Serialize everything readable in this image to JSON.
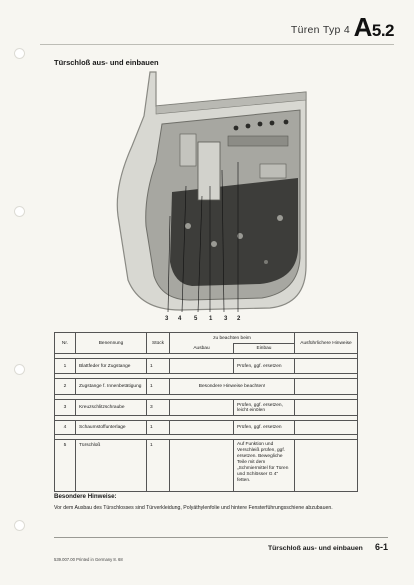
{
  "header": {
    "title": "Türen Typ 4",
    "code_main": "A",
    "code_sub": "5.2"
  },
  "section_title": "Türschloß aus- und einbauen",
  "callouts": [
    "3",
    "4",
    "5",
    "1",
    "3",
    "2"
  ],
  "table": {
    "headers": {
      "nr": "Nr.",
      "benennung": "Benennung",
      "stueck": "Stück",
      "zu_beachten": "zu beachten beim",
      "ausbau": "Ausbau",
      "einbau": "Einbau",
      "hinweise": "Ausführlichere Hinweise"
    },
    "rows": [
      {
        "nr": "1",
        "name": "Blattfeder für Zugstange",
        "qty": "1",
        "ausbau": "",
        "einbau": "Prüfen, ggf. ersetzen",
        "notes": ""
      },
      {
        "nr": "2",
        "name": "Zugstange f. Innenbetätigung",
        "qty": "1",
        "ausbau": "Besondere Hinweise beachten!",
        "einbau": "",
        "notes": ""
      },
      {
        "nr": "3",
        "name": "Kreuzschlitzschraube",
        "qty": "3",
        "ausbau": "",
        "einbau": "Prüfen, ggf. ersetzen, leicht einölen",
        "notes": ""
      },
      {
        "nr": "4",
        "name": "Schaumstoffunterlage",
        "qty": "1",
        "ausbau": "",
        "einbau": "Prüfen, ggf. ersetzen",
        "notes": ""
      },
      {
        "nr": "5",
        "name": "Türschloß",
        "qty": "1",
        "ausbau": "",
        "einbau": "Auf Funktion und Verschleiß prüfen, ggf. ersetzen. Bewegliche Teile mit dem „Schmiermittel für Türen und Schlösser G 4\" fetten.",
        "notes": ""
      }
    ]
  },
  "notes": {
    "title": "Besondere Hinweise:",
    "text": "Vor dem Ausbau des Türschlosses sind Türverkleidung, Polyäthylenfolie und hintere Fensterführungsschiene abzubauen."
  },
  "footer": {
    "title": "Türschloß aus- und einbauen",
    "page": "6-1",
    "print": "539.007.00  Printed in Germany  8. 68"
  }
}
